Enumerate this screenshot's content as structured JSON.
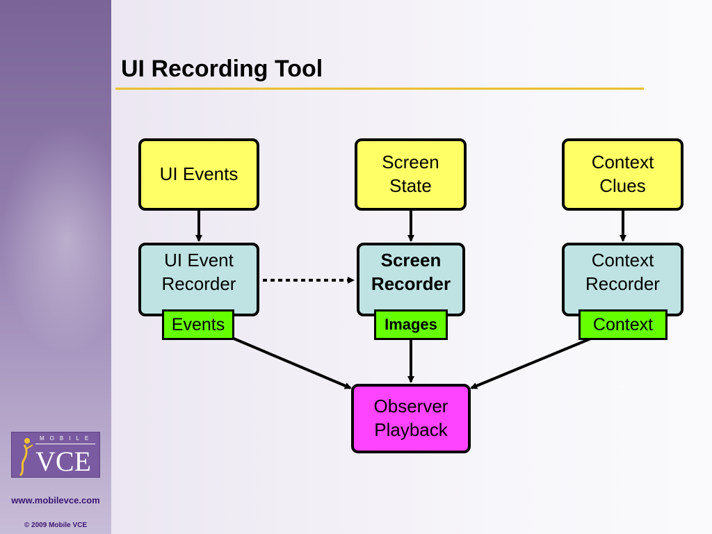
{
  "slide": {
    "title": "UI Recording Tool"
  },
  "diagram": {
    "inputs": [
      {
        "label": "UI Events"
      },
      {
        "label": "Screen\nState"
      },
      {
        "label": "Context\nClues"
      }
    ],
    "recorders": [
      {
        "label": "UI Event\nRecorder",
        "bold": false
      },
      {
        "label": "Screen\nRecorder",
        "bold": true
      },
      {
        "label": "Context\nRecorder",
        "bold": false
      }
    ],
    "outputs": [
      {
        "label": "Events",
        "bold": false
      },
      {
        "label": "Images",
        "bold": true
      },
      {
        "label": "Context",
        "bold": false
      }
    ],
    "sink": {
      "label": "Observer\nPlayback"
    }
  },
  "branding": {
    "logo_top": "MOBILE",
    "logo_main": "VCE",
    "url": "www.mobilevce.com",
    "copyright": "© 2009 Mobile VCE"
  },
  "colors": {
    "input_fill": "#ffff66",
    "recorder_fill": "#bfe3e3",
    "output_tag_fill": "#66ff00",
    "sink_fill": "#ff44ff",
    "title_rule": "#e8bf33",
    "sidebar": "#8e79aa"
  }
}
